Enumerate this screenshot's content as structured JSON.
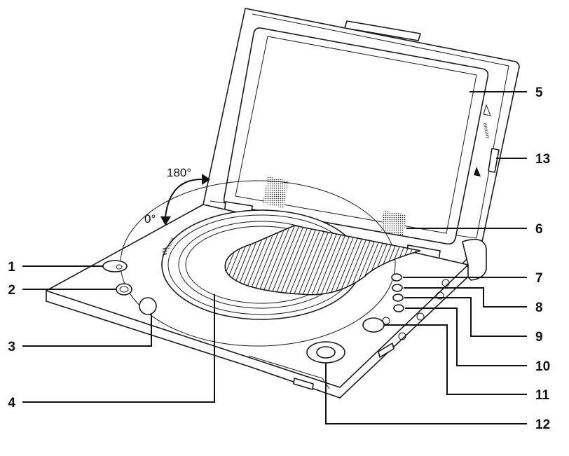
{
  "angles": {
    "open": "180°",
    "closed": "0°"
  },
  "callouts": [
    "1",
    "2",
    "3",
    "4",
    "5",
    "6",
    "7",
    "8",
    "9",
    "10",
    "11",
    "12",
    "13"
  ],
  "side_label": "BRIGHT",
  "push_label": "PUSH"
}
